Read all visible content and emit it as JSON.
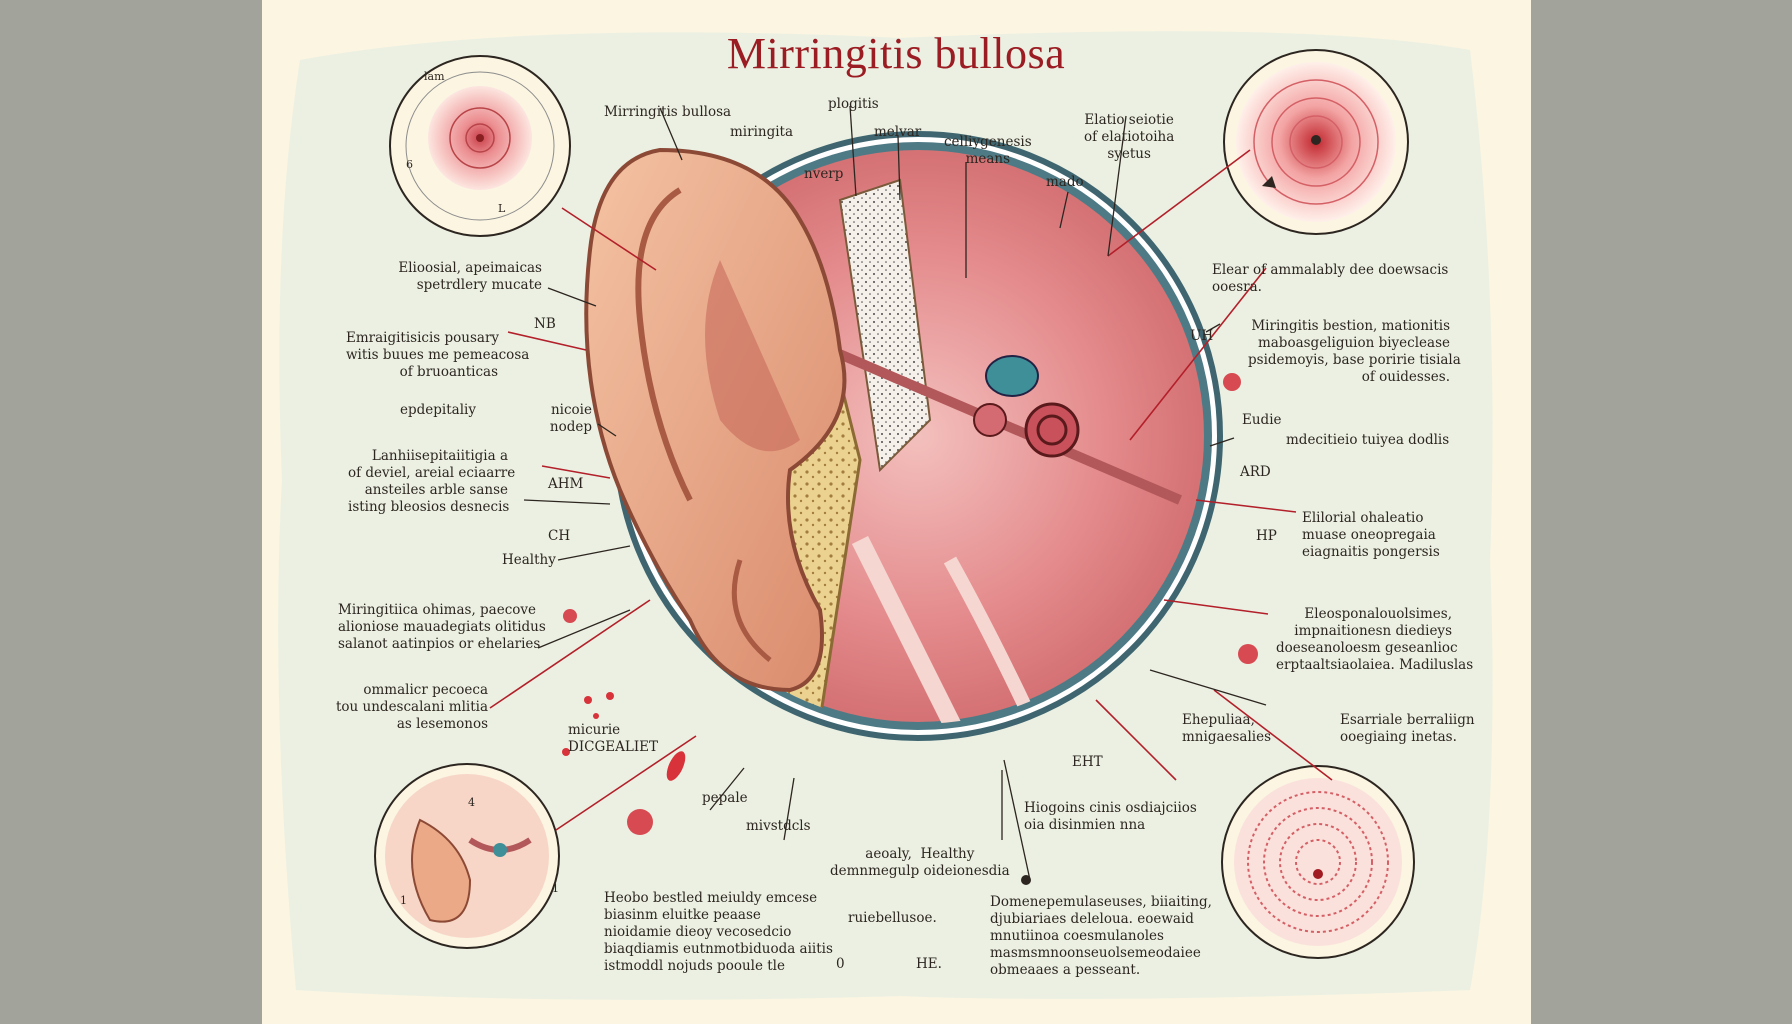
{
  "title": "Mirringitis bullosa",
  "labels": {
    "top_1": "Mirringitis bullosa",
    "top_2": "plogitis",
    "top_3": "miringita",
    "top_4": "melvar",
    "top_5": "nverp",
    "top_6": "celliygenesis\nmeans",
    "top_7": "mado",
    "top_8": "Elatio seiotie\nof elatiotoiha\nsyetus",
    "left_1": "Elioosial, apeimaicas\nspetrdlery mucate",
    "left_2": "NB",
    "left_3": "Emraigitisicis pousary\nwitis buues me pemeacosa\nof bruoanticas",
    "left_4": "epdepitaliy",
    "left_5": "nicoie\nnodep",
    "left_6": "Lanhiisepitaiitigia a\nof deviel, areial eciaarre\nansteiles arble sanse\nisting bleosios desnecis",
    "left_7": "AHM",
    "left_8": "CH",
    "left_9": "Healthy",
    "left_10": "Miringitiica ohimas, paecove\nalioniose mauadegiats olitidus\nsalanot aatinpios or ehelaries",
    "left_11": "ommalicr pecoeca\ntou undescalani mlitia\nas lesemonos",
    "left_12": "micurie\nDICGEALIET",
    "right_1": "Elear of ammalably dee doewsacis\nooesra.",
    "right_2": "UH",
    "right_3": "Miringitis bestion, mationitis\nmaboasgeliguion biyeclease\npsidemoyis, base poririe tisiala\nof ouidesses.",
    "right_4": "Eudie",
    "right_5": "mdecitieio tuiyea dodlis",
    "right_6": "ARD",
    "right_7": "Elilorial ohaleatio\nmuase oneopregaia\neiagnaitis pongersis",
    "right_8": "HP",
    "right_9": "Eleosponalouolsimes,\nimpnaitionesn diedieys\ndoeseanoloesm geseanlioc\nerptaaltsiaolaiea. Madiluslas",
    "right_10": "Ehepuliaa,\nmnigaesalies",
    "right_11": "Esarriale berraliign\nooegiaing inetas.",
    "bottom_1": "pepale",
    "bottom_2": "mivstdcls",
    "bottom_3": "Heobo bestled meiuldy emcese\nbiasinm eluitke peaase\nnioidamie dieoy vecosedcio\nbiaqdiamis eutnmotbiduoda aiitis\nistmoddl nojuds pooule tle",
    "bottom_4": "aeoaly,  Healthy\ndemnmegulp oideionesdia",
    "bottom_5": "ruiebellusoe.",
    "bottom_6": "0",
    "bottom_7": "HE.",
    "bottom_8": "Hiogoins cinis osdiajciios\noia disinmien nna",
    "bottom_9": "EHT",
    "bottom_10": "Domenepemulaseuses, biiaiting,\ndjubiariaes deleloua. eoewaid\nmnutiinoa coesmulanoles\nmasmsmnoonseuolsemeodaiee\nobmeaaes a pesseant.",
    "inset_tl_1": "lam",
    "inset_tl_2": "6",
    "inset_tl_3": "L",
    "inset_bl_1": "1",
    "inset_bl_2": "4",
    "inset_bl_3": "1"
  },
  "colors": {
    "title": "#9b1c22",
    "accent_line": "#b3202a",
    "ring": "#4e7a86",
    "tympanic": "#e48a8c",
    "skin": "#eba987",
    "bone": "#ecd290"
  },
  "icons": [
    "virus-icon",
    "blood-drop-icon"
  ]
}
